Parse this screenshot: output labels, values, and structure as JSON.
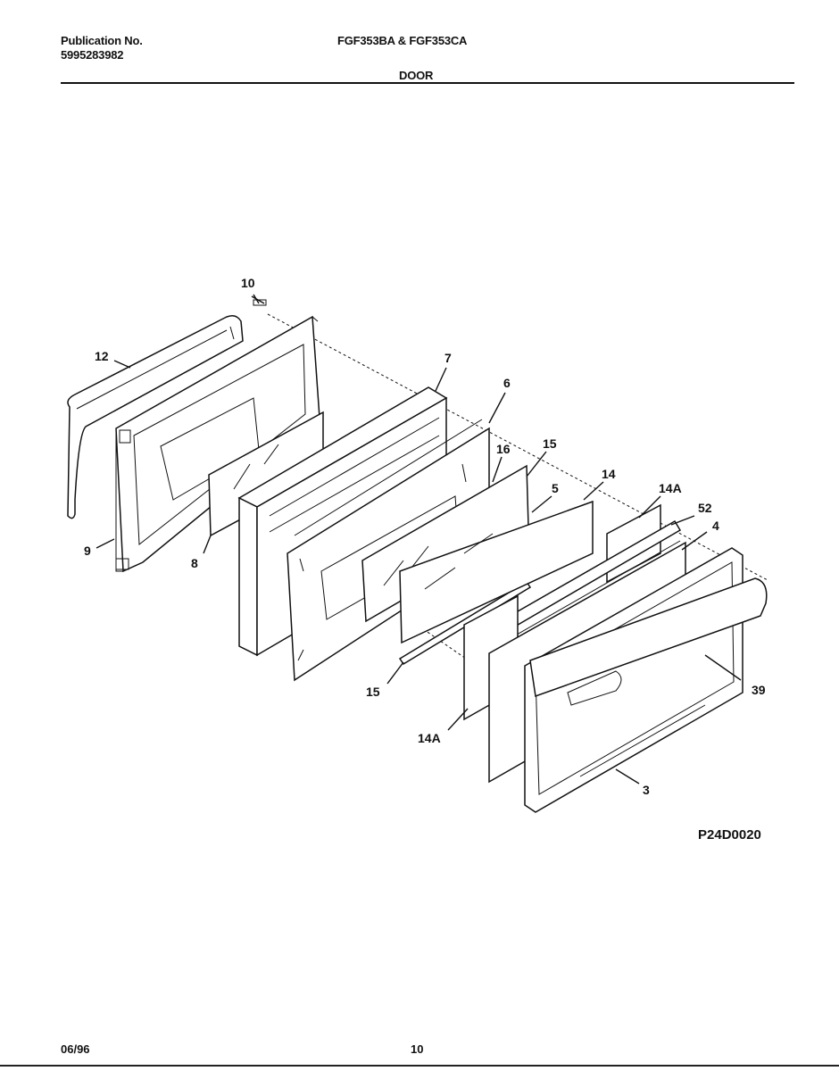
{
  "header": {
    "publication_label": "Publication No.",
    "publication_number": "5995283982",
    "models": "FGF353BA & FGF353CA",
    "section": "DOOR"
  },
  "diagram": {
    "code": "P24D0020",
    "callouts": {
      "p10": "10",
      "p12": "12",
      "p9": "9",
      "p8": "8",
      "p7": "7",
      "p6": "6",
      "p16": "16",
      "p15a": "15",
      "p5": "5",
      "p14": "14",
      "p14a_top": "14A",
      "p52": "52",
      "p4": "4",
      "p39": "39",
      "p15b": "15",
      "p14a_bottom": "14A",
      "p3": "3"
    }
  },
  "footer": {
    "date": "06/96",
    "page": "10"
  }
}
